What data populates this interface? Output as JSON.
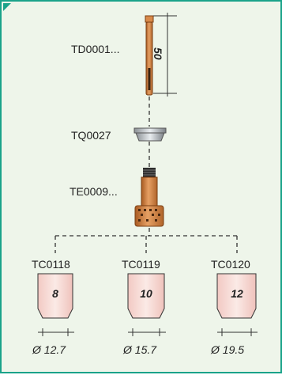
{
  "parts": {
    "electrode": {
      "code": "TD0001...",
      "length": "50"
    },
    "collet_body": {
      "code": "TQ0027"
    },
    "gas_lens": {
      "code": "TE0009..."
    },
    "cups": [
      {
        "code": "TC0118",
        "size": "8",
        "diameter": "Ø 12.7"
      },
      {
        "code": "TC0119",
        "size": "10",
        "diameter": "Ø 15.7"
      },
      {
        "code": "TC0120",
        "size": "12",
        "diameter": "Ø 19.5"
      }
    ]
  },
  "colors": {
    "frame": "#1aa38a",
    "background": "#eef5ea",
    "copper": "#c87a3e",
    "cup_fill": "#f6dcd8"
  }
}
